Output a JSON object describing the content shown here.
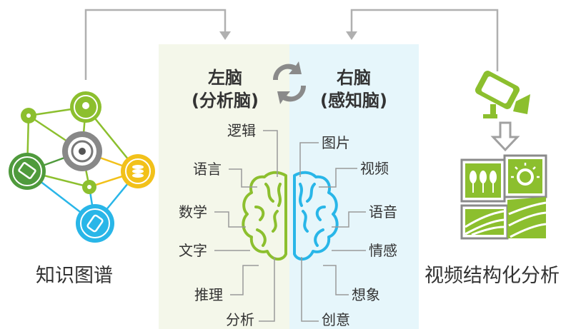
{
  "left_hemisphere": {
    "title_line1": "左脑",
    "title_line2": "(分析脑)",
    "functions": [
      "逻辑",
      "语言",
      "数学",
      "文字",
      "推理",
      "分析"
    ]
  },
  "right_hemisphere": {
    "title_line1": "右脑",
    "title_line2": "(感知脑)",
    "functions": [
      "图片",
      "视频",
      "语音",
      "情感",
      "想象",
      "创意"
    ]
  },
  "knowledge_graph": {
    "label": "知识图谱"
  },
  "video_analysis": {
    "label": "视频结构化分析"
  },
  "colors": {
    "green": "#8cbf2e",
    "dark_green": "#4f9a3c",
    "blue": "#29b6e8",
    "yellow": "#f2c11a",
    "gray": "#8c8c8c",
    "left_panel_bg": "#f4f7ea",
    "right_panel_bg": "#e6f6fb"
  },
  "icons": [
    "swap-arrows-icon",
    "brain-icon",
    "knowledge-graph-icon",
    "camera-icon",
    "down-arrow-icon",
    "video-frames-icon"
  ]
}
